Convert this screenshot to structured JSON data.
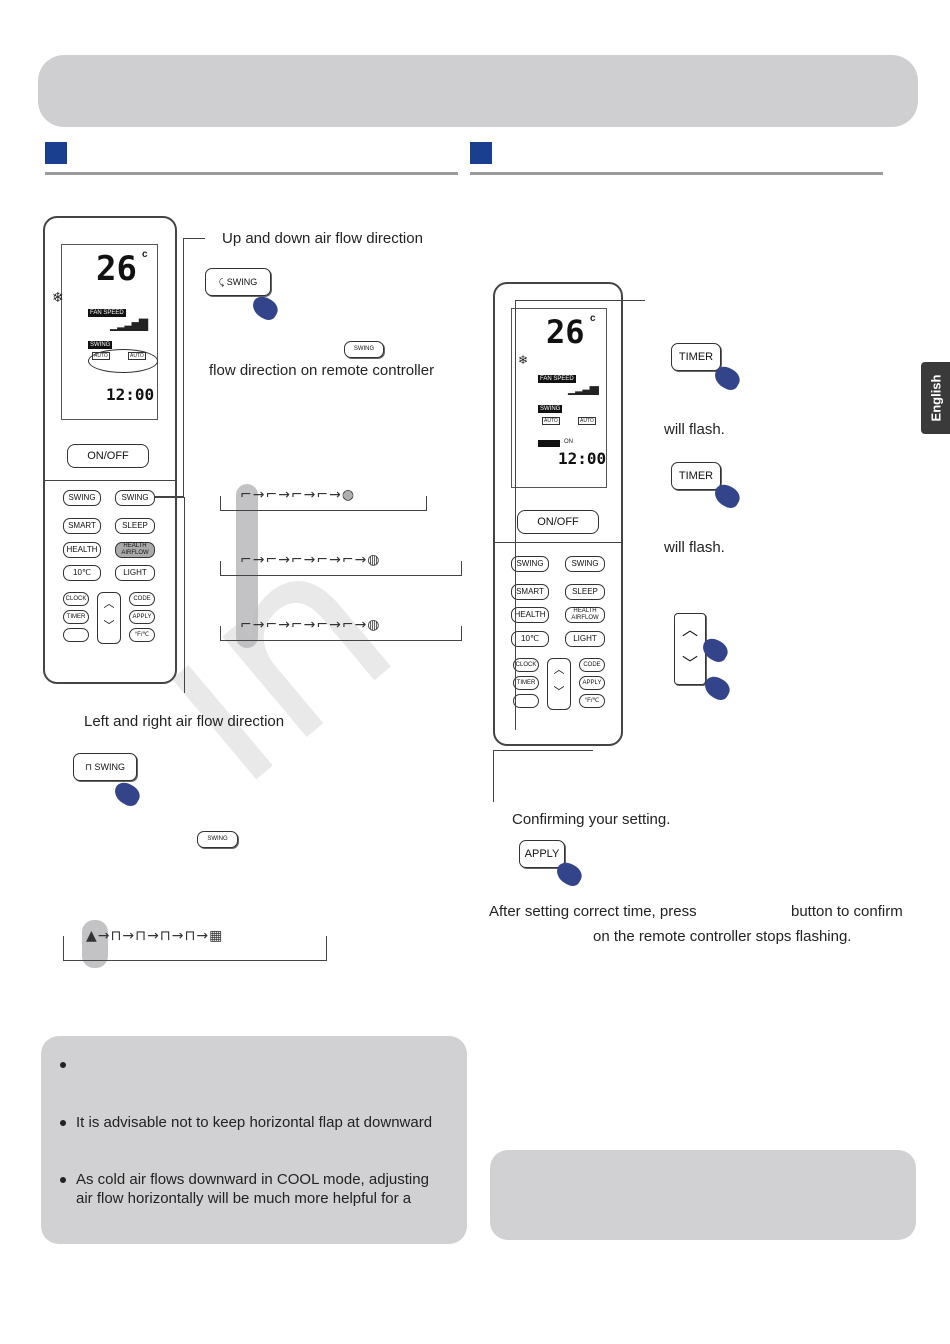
{
  "language_tab": "English",
  "left": {
    "updown_title": "Up and down air flow direction",
    "swing_key_label": "SWING",
    "small_swing_label": "SWING",
    "flow_direction_text": "flow direction on remote controller",
    "leftright_title": "Left and right air flow direction",
    "sequences": {
      "updown_1": "⌐→⌐→⌐→⌐→◍",
      "updown_2": "⌐→⌐→⌐→⌐→⌐→◍",
      "updown_3": "⌐→⌐→⌐→⌐→⌐→◍",
      "leftright": "▲→⊓→⊓→⊓→⊓→▦"
    }
  },
  "right": {
    "timer_label": "TIMER",
    "will_flash_1": "will flash.",
    "will_flash_2": "will flash.",
    "confirm_title": "Confirming your setting.",
    "apply_label": "APPLY",
    "after_setting_line1a": "After setting correct time, press",
    "after_setting_line1b": "button to confirm",
    "after_setting_line2": "on the remote controller stops flashing."
  },
  "notes": {
    "bullets": [
      "",
      "It is advisable not to keep horizontal flap at downward",
      "As cold air flows downward in COOL mode, adjusting"
    ],
    "bullet3_line2": "air flow horizontally will be much more helpful for a"
  },
  "remote": {
    "temp": "26",
    "unit": "c",
    "fan_speed": "FAN SPEED",
    "swing": "SWING",
    "auto": "AUTO",
    "on": "ON",
    "time": "12:00",
    "onoff": "ON/OFF",
    "buttons": {
      "swing_ud": "SWING",
      "swing_lr": "SWING",
      "smart": "SMART",
      "sleep": "SLEEP",
      "health": "HEALTH",
      "health_airflow": "HEALTH AIRFLOW",
      "ten_c": "10℃",
      "light": "LIGHT",
      "clock": "CLOCK",
      "code": "CODE",
      "timer": "TIMER",
      "apply": "APPLY",
      "f_c": "°F/℃"
    }
  }
}
